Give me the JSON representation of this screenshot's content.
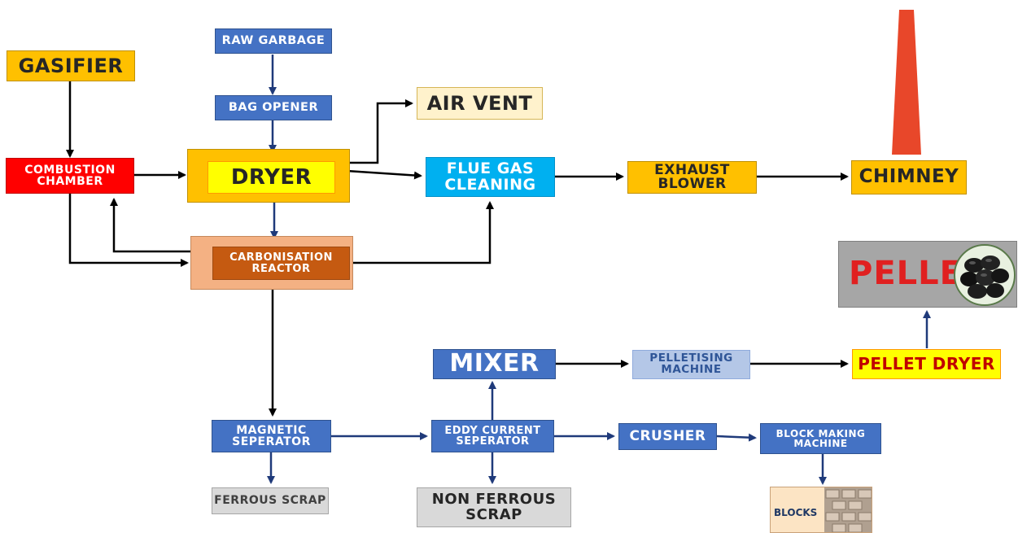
{
  "diagram": {
    "nodes": {
      "gasifier": "GASIFIER",
      "raw_garbage": "RAW GARBAGE",
      "bag_opener": "BAG OPENER",
      "air_vent": "AIR VENT",
      "combustion_chamber": "COMBUSTION\nCHAMBER",
      "dryer": "DRYER",
      "flue_gas_cleaning": "FLUE GAS\nCLEANING",
      "exhaust_blower": "EXHAUST\nBLOWER",
      "chimney": "CHIMNEY",
      "carbonisation_reactor": "CARBONISATION\nREACTOR",
      "pellets": "PELLETS",
      "mixer": "MIXER",
      "pelletising_machine": "PELLETISING\nMACHINE",
      "pellet_dryer": "PELLET DRYER",
      "magnetic_separator": "MAGNETIC\nSEPERATOR",
      "eddy_current_separator": "EDDY CURRENT\nSEPERATOR",
      "crusher": "CRUSHER",
      "block_making_machine": "BLOCK MAKING\nMACHINE",
      "ferrous_scrap": "FERROUS SCRAP",
      "non_ferrous_scrap": "NON FERROUS\nSCRAP",
      "blocks": "BLOCKS"
    },
    "edges": [
      {
        "from": "gasifier",
        "to": "combustion_chamber"
      },
      {
        "from": "raw_garbage",
        "to": "bag_opener"
      },
      {
        "from": "bag_opener",
        "to": "dryer"
      },
      {
        "from": "dryer",
        "to": "air_vent"
      },
      {
        "from": "combustion_chamber",
        "to": "dryer"
      },
      {
        "from": "dryer",
        "to": "flue_gas_cleaning"
      },
      {
        "from": "flue_gas_cleaning",
        "to": "exhaust_blower"
      },
      {
        "from": "exhaust_blower",
        "to": "chimney"
      },
      {
        "from": "dryer",
        "to": "carbonisation_reactor"
      },
      {
        "from": "combustion_chamber",
        "to": "carbonisation_reactor"
      },
      {
        "from": "carbonisation_reactor",
        "to": "combustion_chamber"
      },
      {
        "from": "carbonisation_reactor",
        "to": "flue_gas_cleaning"
      },
      {
        "from": "carbonisation_reactor",
        "to": "magnetic_separator"
      },
      {
        "from": "magnetic_separator",
        "to": "ferrous_scrap"
      },
      {
        "from": "magnetic_separator",
        "to": "eddy_current_separator"
      },
      {
        "from": "eddy_current_separator",
        "to": "non_ferrous_scrap"
      },
      {
        "from": "eddy_current_separator",
        "to": "mixer"
      },
      {
        "from": "eddy_current_separator",
        "to": "crusher"
      },
      {
        "from": "crusher",
        "to": "block_making_machine"
      },
      {
        "from": "block_making_machine",
        "to": "blocks"
      },
      {
        "from": "mixer",
        "to": "pelletising_machine"
      },
      {
        "from": "pelletising_machine",
        "to": "pellet_dryer"
      },
      {
        "from": "pellet_dryer",
        "to": "pellets"
      }
    ]
  },
  "colors": {
    "node_blue": "#4472c4",
    "node_gold": "#ffc000",
    "combustion_red": "#ff0000",
    "flue_gas_cyan": "#00b0f0",
    "reactor_brown": "#c55a11",
    "pellet_dryer_yellow": "#ffff00",
    "pellets_text_red": "#e02020",
    "chimney_orange": "#e8472a",
    "arrow_black": "#000000",
    "arrow_navy": "#1f3a7a"
  },
  "icons": [
    "chimney-stack-icon",
    "pellets-image-icon",
    "blocks-image-icon"
  ]
}
